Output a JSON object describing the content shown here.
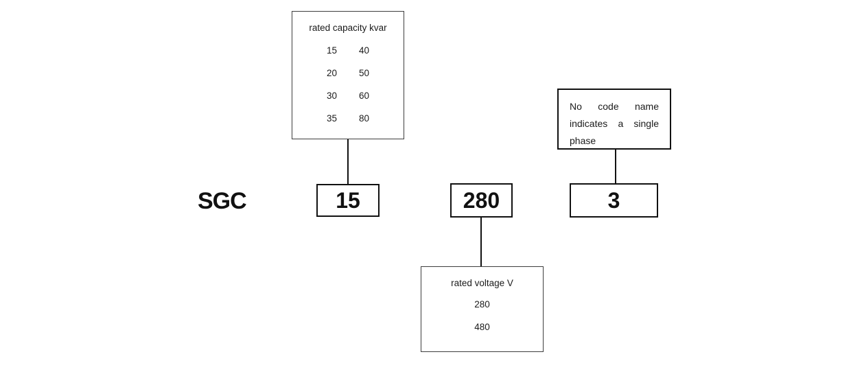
{
  "colors": {
    "background": "#ffffff",
    "line": "#111111",
    "text": "#1a1a1a"
  },
  "model_code": {
    "prefix": "SGC",
    "segments": [
      {
        "value": "15"
      },
      {
        "value": "280"
      },
      {
        "value": "3"
      }
    ]
  },
  "capacity_box": {
    "title": "rated capacity kvar",
    "rows": [
      [
        "15",
        "40"
      ],
      [
        "20",
        "50"
      ],
      [
        "30",
        "60"
      ],
      [
        "35",
        "80"
      ]
    ]
  },
  "voltage_box": {
    "title": "rated voltage V",
    "values": [
      "280",
      "480"
    ]
  },
  "phase_note": {
    "text": "No code name indicates a single phase",
    "lines": [
      "No code name",
      "indicates a single",
      "phase"
    ]
  }
}
